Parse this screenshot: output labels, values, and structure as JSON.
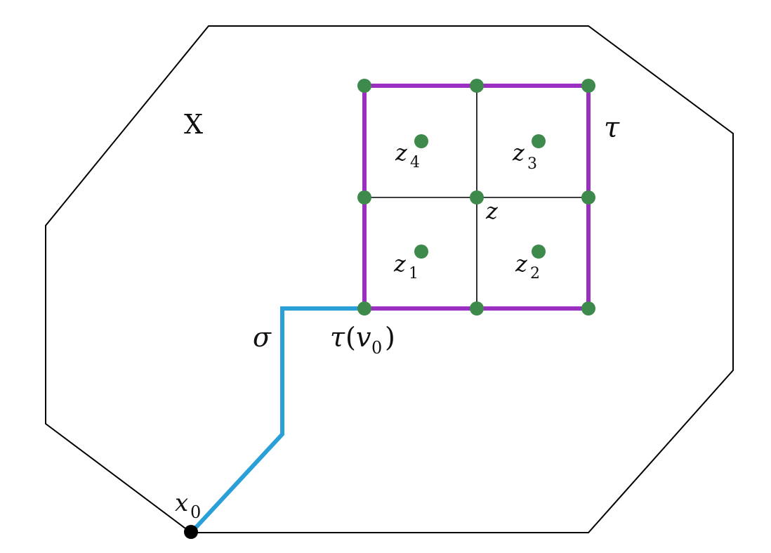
{
  "labels": {
    "space": "X",
    "complex": "τ",
    "path": "σ",
    "center": "z",
    "z1": "z",
    "z1_sub": "1",
    "z2": "z",
    "z2_sub": "2",
    "z3": "z",
    "z3_sub": "3",
    "z4": "z",
    "z4_sub": "4",
    "basepoint": "x",
    "basepoint_sub": "0",
    "vertex": "τ",
    "vertex_open": "(",
    "vertex_var": "v",
    "vertex_sub": "0",
    "vertex_close": ")"
  },
  "colors": {
    "outline": "#000000",
    "grid": "#000000",
    "square": "#9b2fc2",
    "path": "#2a9fd8",
    "vertex": "#3e8a4c",
    "basepoint": "#000000"
  }
}
